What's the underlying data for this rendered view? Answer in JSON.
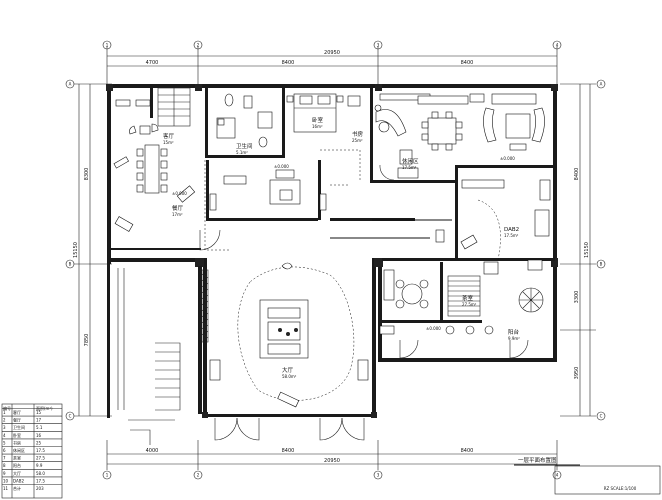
{
  "drawing": {
    "grid_numbers": [
      "1",
      "2",
      "3",
      "4"
    ],
    "grid_letters": [
      "A",
      "B",
      "C"
    ],
    "top_dims": {
      "overall": "20950",
      "seg1": "4700",
      "seg2": "8400",
      "seg3": "8400"
    },
    "bottom_dims": {
      "overall": "20950",
      "seg1": "4000",
      "seg2": "8400",
      "seg3": "8400"
    },
    "left_dims": {
      "overall": "15150",
      "seg1": "8300",
      "seg2": "7850"
    },
    "right_dims": {
      "overall": "15150",
      "seg1": "8400",
      "seg2": "3300",
      "seg3": "3950"
    },
    "title": "RZ SCALE:1/100",
    "plan_label": "一层平面布置图"
  },
  "rooms": {
    "room_a": {
      "name": "客厅",
      "area": "15m²"
    },
    "room_b": {
      "name": "餐厅",
      "area": "17m²"
    },
    "room_c": {
      "name": "卫生间",
      "area": "5.1m²"
    },
    "room_d": {
      "name": "卧室",
      "area": "16m²"
    },
    "room_e": {
      "name": "书房",
      "area": "25m²"
    },
    "room_f": {
      "name": "休闲区",
      "area": "17.5m²"
    },
    "room_g": {
      "name": "DAB2",
      "area": "17.5m²"
    },
    "room_h": {
      "name": "茶室",
      "area": "27.5m²"
    },
    "room_i": {
      "name": "阳台",
      "area": "9.9m²"
    },
    "room_j": {
      "name": "大厅",
      "area": "58.0m²"
    }
  },
  "levels": {
    "l1": "±0.000",
    "l2": "±0.000",
    "l3": "±0.000",
    "l4": "±0.000"
  },
  "legend": {
    "headers": [
      "编号",
      "面积(m²)"
    ],
    "rows": [
      [
        "1",
        "客厅",
        "15"
      ],
      [
        "2",
        "餐厅",
        "17"
      ],
      [
        "3",
        "卫生间",
        "5.1"
      ],
      [
        "4",
        "卧室",
        "16"
      ],
      [
        "5",
        "书房",
        "25"
      ],
      [
        "6",
        "休闲区",
        "17.5"
      ],
      [
        "7",
        "茶室",
        "27.5"
      ],
      [
        "8",
        "阳台",
        "9.9"
      ],
      [
        "9",
        "大厅",
        "58.0"
      ],
      [
        "10",
        "DAB2",
        "17.5"
      ],
      [
        "11",
        "合计",
        "203"
      ]
    ]
  }
}
